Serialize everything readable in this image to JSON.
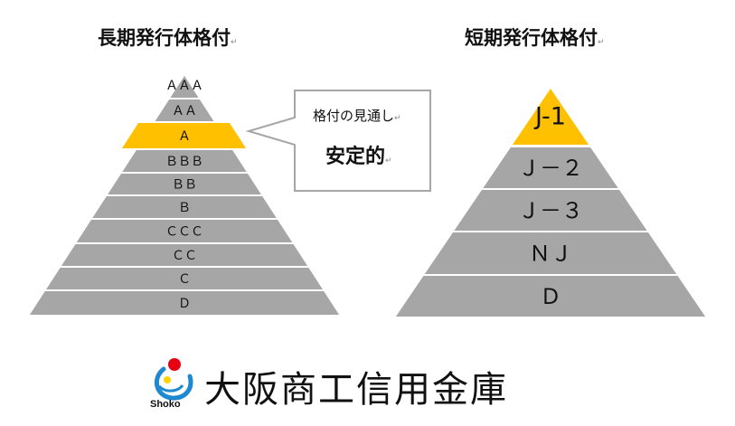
{
  "long_term": {
    "title": "長期発行体格付",
    "tiers": [
      "ＡＡＡ",
      "ＡＡ",
      "Ａ",
      "ＢＢＢ",
      "ＢＢ",
      "Ｂ",
      "ＣＣＣ",
      "ＣＣ",
      "Ｃ",
      "Ｄ"
    ],
    "highlight_index": 2
  },
  "short_term": {
    "title": "短期発行体格付",
    "tiers": [
      "J-1",
      "Ｊ－２",
      "Ｊ－３",
      "ＮＪ",
      "Ｄ"
    ],
    "highlight_index": 0
  },
  "callout": {
    "heading": "格付の見通し",
    "value": "安定的"
  },
  "logo": {
    "name": "大阪商工信用金庫",
    "mark_text": "Shoko"
  },
  "colors": {
    "tier_gray": "#a6a6a6",
    "highlight": "#ffc000",
    "border": "#ffffff"
  }
}
